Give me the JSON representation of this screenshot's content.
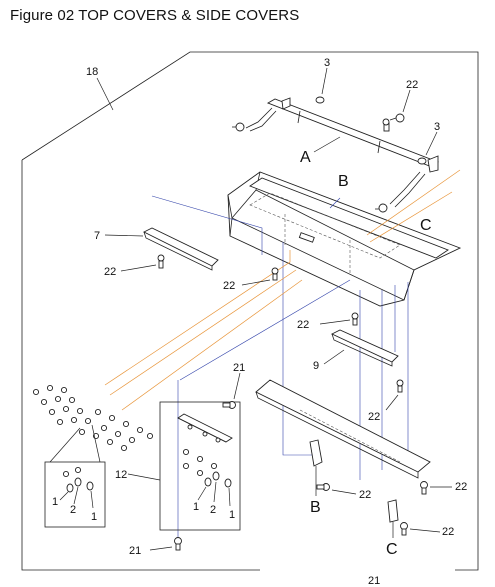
{
  "figure": {
    "title": "Figure 02  TOP COVERS & SIDE COVERS"
  },
  "labels": {
    "frame": "18",
    "top_rail_pin_left": "3",
    "top_rail_pin_right": "3",
    "top_rail_screw": "22",
    "ref_a": "A",
    "ref_b_top": "B",
    "ref_c_top": "C",
    "left_bracket": "7",
    "left_bracket_screw": "22",
    "cover_screw": "22",
    "mid_screw": "22",
    "right_bracket": "9",
    "right_bracket_screw": "22",
    "assy_screw_top": "21",
    "assy": "12",
    "detail_left_1a": "1",
    "detail_left_2": "2",
    "detail_left_1b": "1",
    "detail_mid_1a": "1",
    "detail_mid_2": "2",
    "detail_mid_1b": "1",
    "bottom_screw_b": "22",
    "ref_b_bottom": "B",
    "far_right_screw": "22",
    "bottom_screw_c": "22",
    "ref_c_bottom": "C",
    "assy_screw_bottom": "21",
    "corner_screw": "21"
  },
  "colors": {
    "line": "#222222",
    "leader_blue": "#3344aa",
    "leader_orange": "#e8953a"
  }
}
